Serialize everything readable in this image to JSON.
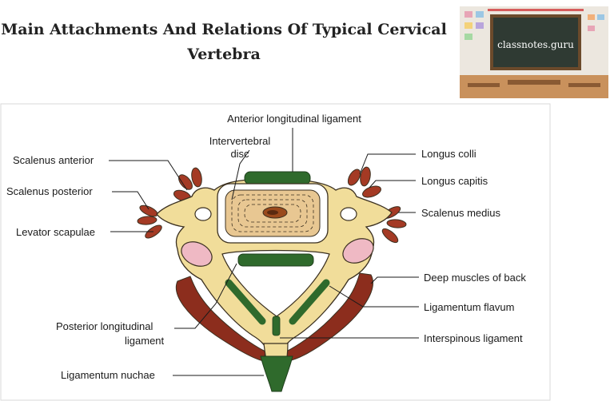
{
  "title": {
    "line1": "Main Attachments And Relations Of Typical Cervical",
    "line2": "Vertebra"
  },
  "logo": {
    "text": "classnotes.guru"
  },
  "labels": {
    "anterior_longitudinal_ligament": "Anterior longitudinal ligament",
    "intervertebral_disc_line1": "Intervertebral",
    "intervertebral_disc_line2": "disc",
    "scalenus_anterior": "Scalenus anterior",
    "scalenus_posterior": "Scalenus posterior",
    "levator_scapulae": "Levator scapulae",
    "longus_colli": "Longus colli",
    "longus_capitis": "Longus capitis",
    "scalenus_medius": "Scalenus medius",
    "deep_muscles_of_back": "Deep muscles of back",
    "ligamentum_flavum": "Ligamentum flavum",
    "interspinous_ligament": "Interspinous ligament",
    "posterior_longitudinal_ligament_line1": "Posterior longitudinal",
    "posterior_longitudinal_ligament_line2": "ligament",
    "ligamentum_nuchae": "Ligamentum nuchae"
  },
  "colors": {
    "bone": "#f1dd9a",
    "bone_outline": "#3b3020",
    "ligament_green": "#2f6a2c",
    "muscle_red": "#a43a24",
    "deep_muscle": "#8c2d1d",
    "facet_pink": "#efb9c4",
    "disc_fill": "#e8c792",
    "nucleus": "#9a4a1c"
  }
}
